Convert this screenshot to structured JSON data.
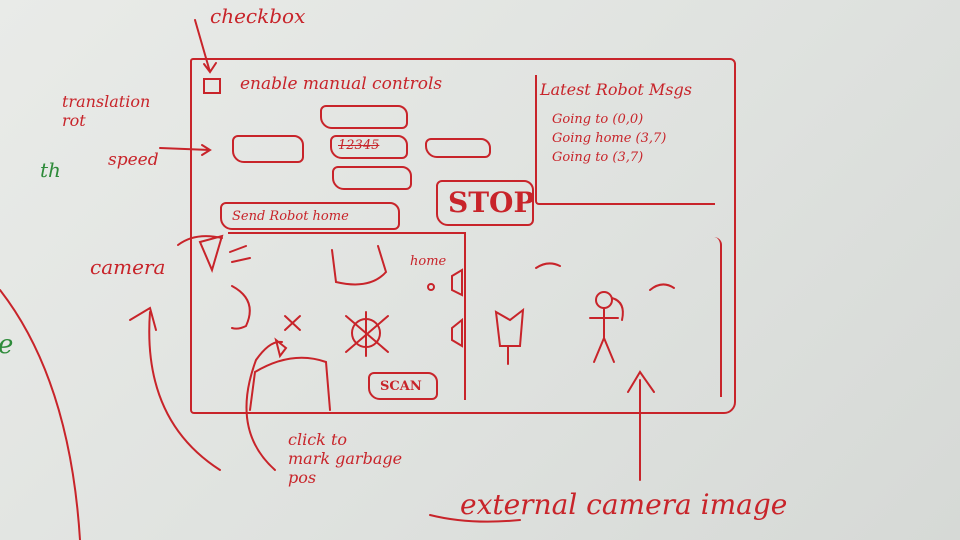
{
  "annotations": {
    "checkbox": "checkbox",
    "translation_rot": "translation\nrot",
    "speed": "speed",
    "th": "th",
    "camera": "camera",
    "click_to_mark": "click to\nmark garbage\npos",
    "external_camera_image": "external camera image",
    "e": "e"
  },
  "controls": {
    "enable_manual_label": "enable manual controls",
    "speed_value": "12345",
    "stop_label": "STOP",
    "send_home_label": "Send Robot home"
  },
  "messages": {
    "title": "Latest Robot Msgs",
    "items": [
      "Going to (0,0)",
      "Going home (3,7)",
      "Going to (3,7)"
    ]
  },
  "map": {
    "home_label": "home",
    "scan_label": "SCAN"
  },
  "colors": {
    "ink": "#c8242a",
    "green_ink": "#2e8b3a",
    "board": "#e3e6e3"
  }
}
